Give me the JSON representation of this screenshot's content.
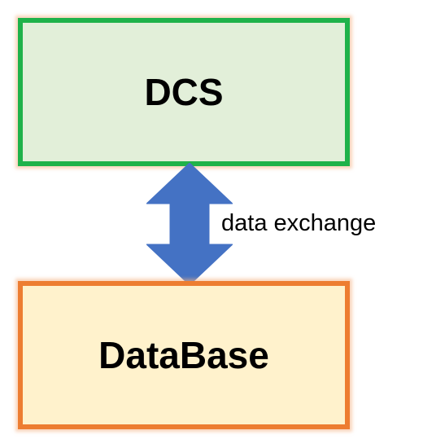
{
  "nodes": {
    "top": {
      "label": "DCS",
      "fill": "#e2efd9",
      "border": "#1fb24a"
    },
    "bottom": {
      "label": "DataBase",
      "fill": "#fff2cc",
      "border": "#ed7d31"
    }
  },
  "edge": {
    "label": "data exchange",
    "arrow_color": "#4472c4",
    "direction": "bidirectional"
  }
}
